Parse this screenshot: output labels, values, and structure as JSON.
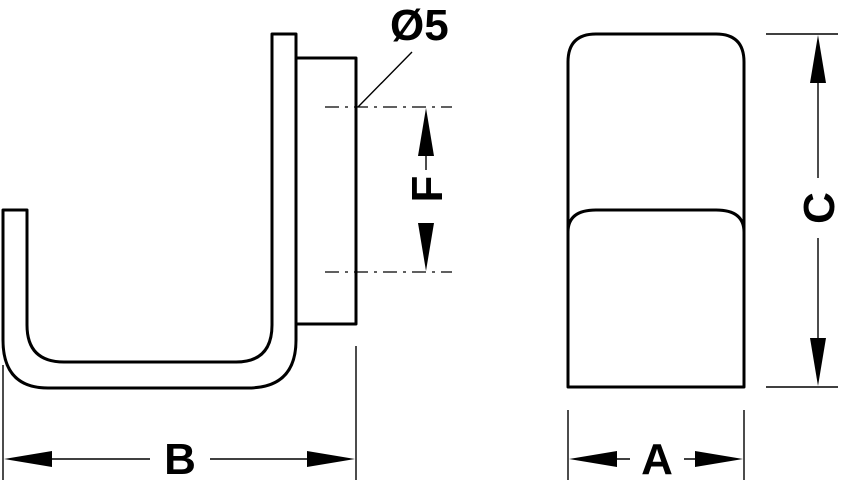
{
  "drawing": {
    "labels": {
      "diameter": "Ø5",
      "width_b": "B",
      "height_f": "F",
      "width_a": "A",
      "height_c": "C"
    }
  }
}
